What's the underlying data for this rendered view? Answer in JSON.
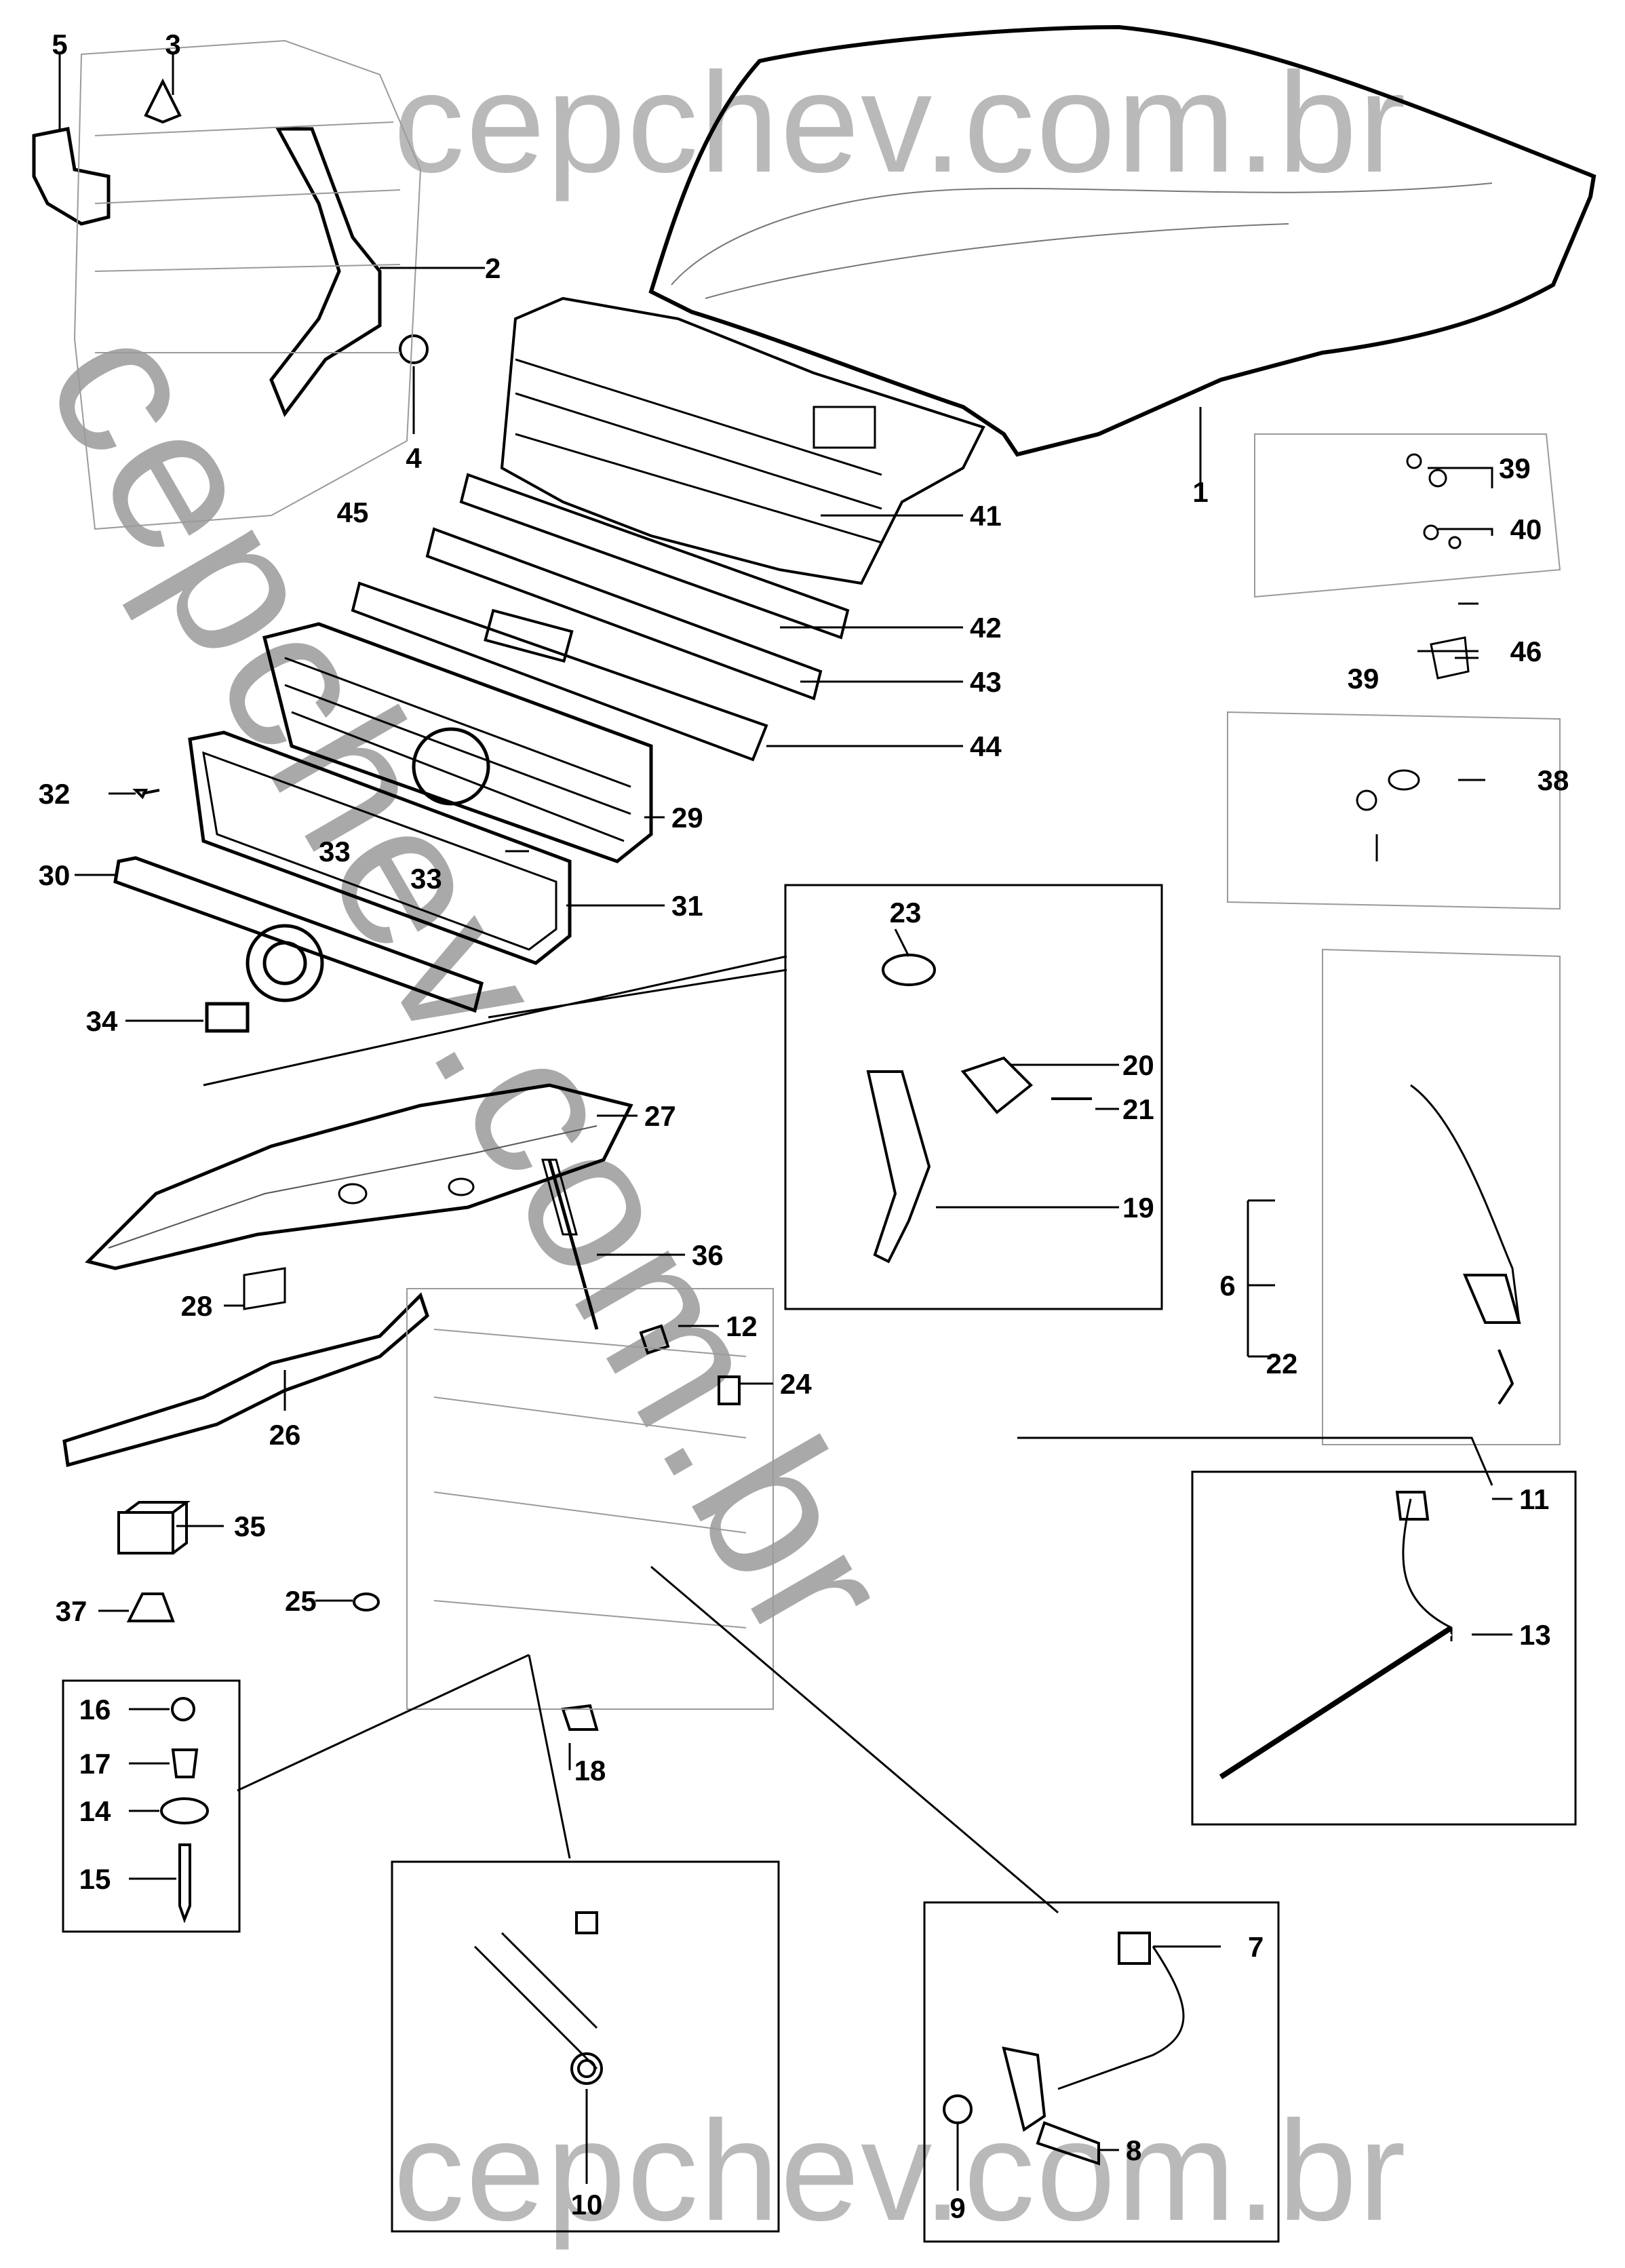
{
  "watermark": {
    "top": "cepchev.com.br",
    "diagonal": "cepchev.com.br",
    "bottom": "cepchev.com.br"
  },
  "callouts": [
    "1",
    "2",
    "3",
    "4",
    "5",
    "6",
    "7",
    "8",
    "9",
    "10",
    "11",
    "12",
    "13",
    "14",
    "15",
    "16",
    "17",
    "18",
    "19",
    "20",
    "21",
    "22",
    "23",
    "24",
    "25",
    "26",
    "27",
    "28",
    "29",
    "30",
    "31",
    "32",
    "33",
    "33",
    "34",
    "35",
    "36",
    "37",
    "38",
    "39",
    "39",
    "40",
    "41",
    "42",
    "43",
    "44",
    "45",
    "46"
  ],
  "insets": [
    "hood-latch-detail",
    "hood-release-cable-detail",
    "support-rod-detail",
    "hood-lock-detail",
    "grommet-detail",
    "prop-spring-detail"
  ],
  "colors": {
    "line": "#000000",
    "sketch": "#8a8a8a",
    "watermark": "#b9b9b9"
  }
}
